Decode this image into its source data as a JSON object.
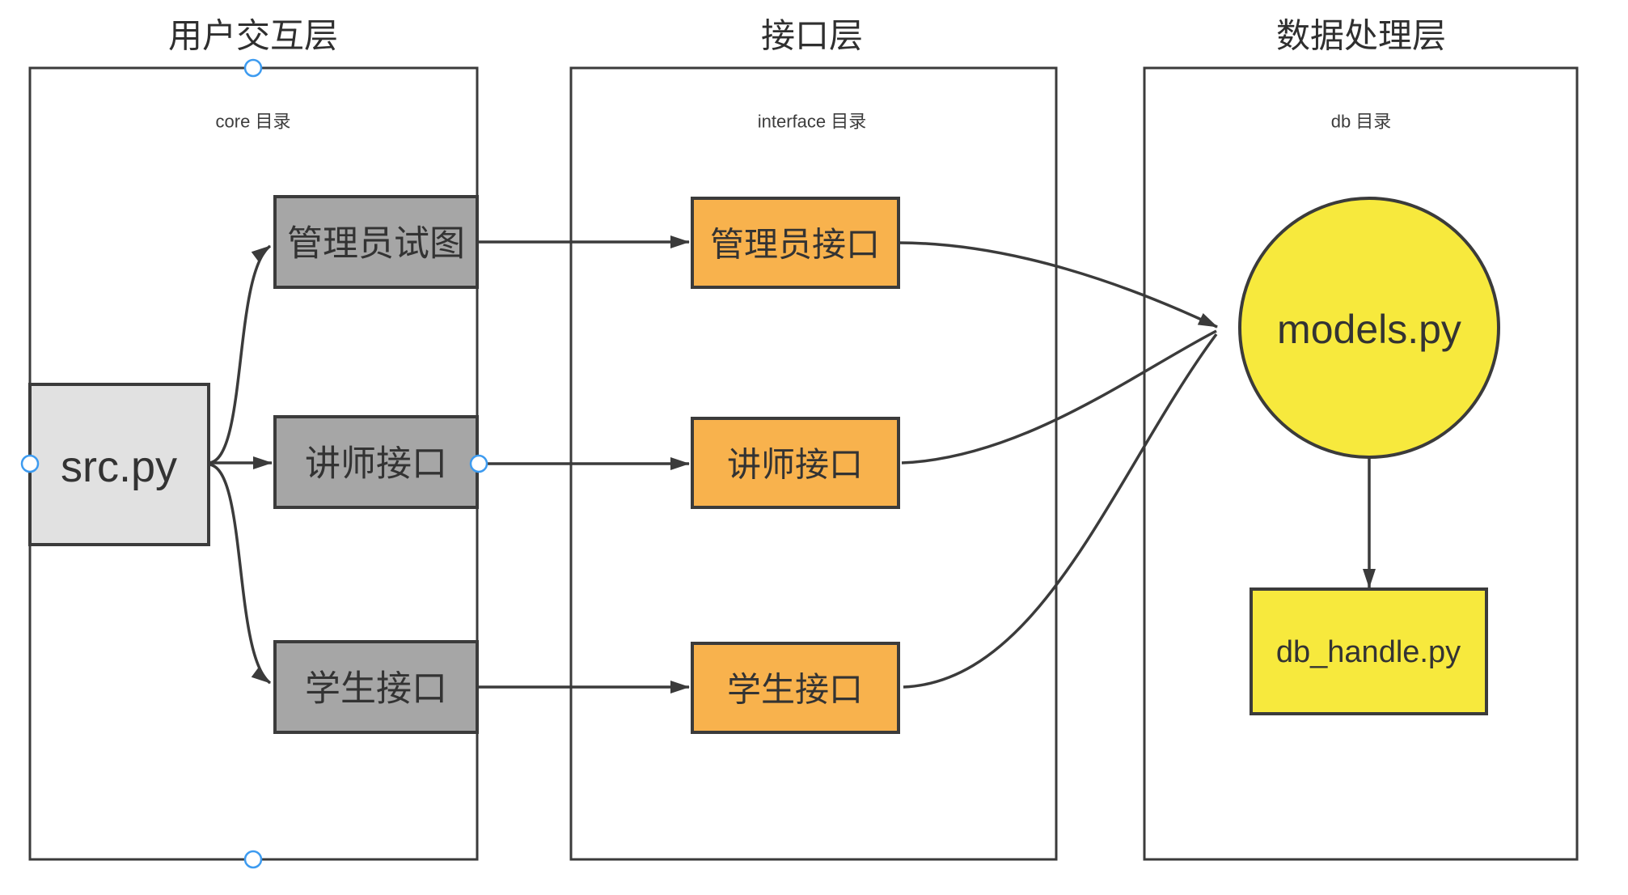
{
  "layers": [
    {
      "id": "core",
      "title": "用户交互层",
      "dir_label": "core 目录"
    },
    {
      "id": "interface",
      "title": "接口层",
      "dir_label": "interface 目录"
    },
    {
      "id": "db",
      "title": "数据处理层",
      "dir_label": "db 目录"
    }
  ],
  "nodes": {
    "src": {
      "label": "src.py"
    },
    "core_rows": [
      {
        "label": "管理员试图"
      },
      {
        "label": "讲师接口"
      },
      {
        "label": "学生接口"
      }
    ],
    "interface_rows": [
      {
        "label": "管理员接口"
      },
      {
        "label": "讲师接口"
      },
      {
        "label": "学生接口"
      }
    ],
    "models": {
      "label": "models.py"
    },
    "db_handle": {
      "label": "db_handle.py"
    }
  },
  "edges": [
    {
      "from": "src.py",
      "to": "管理员试图"
    },
    {
      "from": "src.py",
      "to": "讲师接口(core)"
    },
    {
      "from": "src.py",
      "to": "学生接口(core)"
    },
    {
      "from": "管理员试图",
      "to": "管理员接口"
    },
    {
      "from": "讲师接口(core)",
      "to": "讲师接口(interface)"
    },
    {
      "from": "学生接口(core)",
      "to": "学生接口(interface)"
    },
    {
      "from": "管理员接口",
      "to": "models.py"
    },
    {
      "from": "讲师接口(interface)",
      "to": "models.py"
    },
    {
      "from": "学生接口(interface)",
      "to": "models.py"
    },
    {
      "from": "models.py",
      "to": "db_handle.py"
    }
  ],
  "colors": {
    "line": "#3b3b3b",
    "white": "#ffffff",
    "gray_fill": "#a6a6a6",
    "light_gray_fill": "#e1e1e1",
    "orange_fill": "#f8b24d",
    "yellow_fill": "#f7e93d",
    "handle_blue": "#3d9bf0"
  }
}
